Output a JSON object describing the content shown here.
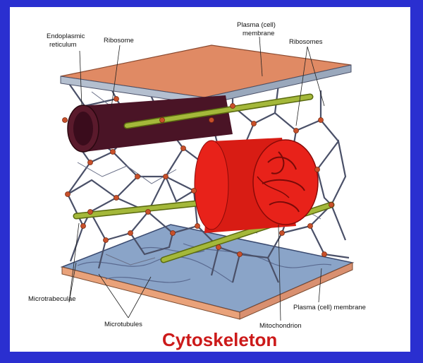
{
  "title": "Cytoskeleton",
  "labels": {
    "endoplasmic_reticulum_1": "Endoplasmic",
    "endoplasmic_reticulum_2": "reticulum",
    "ribosome": "Ribosome",
    "plasma_membrane_top_1": "Plasma (cell)",
    "plasma_membrane_top_2": "membrane",
    "ribosomes": "Ribosomes",
    "microtrabeculae": "Microtrabeculae",
    "microtubules": "Microtubules",
    "mitochondrion": "Mitochondrion",
    "plasma_membrane_bottom": "Plasma (cell) membrane"
  },
  "colors": {
    "background": "#2a2fd0",
    "membrane_top": "#e08a64",
    "membrane_bottom": "#8aa4c8",
    "er": "#5a1a2c",
    "mitochondrion": "#e8221a",
    "microtubule": "#8ea12a",
    "ribosome": "#c8502a",
    "lattice": "#4a5068",
    "title": "#cc1a1a"
  }
}
